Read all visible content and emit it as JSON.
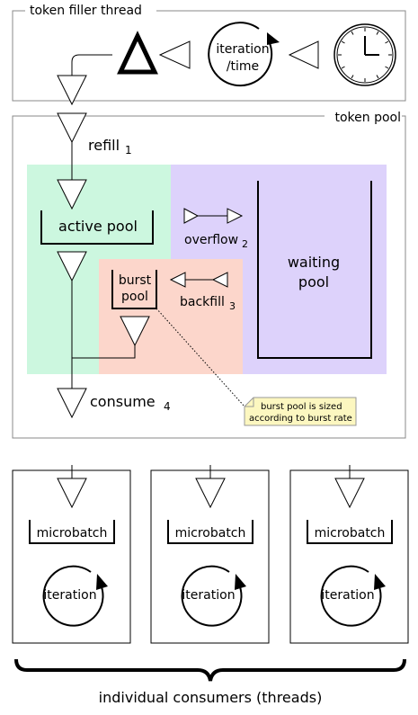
{
  "filler_thread": {
    "title": "token filler thread",
    "timer_label_1": "iteration",
    "timer_label_2": "/time"
  },
  "token_pool": {
    "title": "token pool",
    "refill": {
      "label": "refill",
      "index": "1"
    },
    "active_pool": "active pool",
    "overflow": {
      "label": "overflow",
      "index": "2"
    },
    "waiting_pool_1": "waiting",
    "waiting_pool_2": "pool",
    "burst_pool_1": "burst",
    "burst_pool_2": "pool",
    "backfill": {
      "label": "backfill",
      "index": "3"
    },
    "consume": {
      "label": "consume",
      "index": "4"
    },
    "note_line_1": "burst pool is sized",
    "note_line_2": "according to burst rate"
  },
  "consumers": {
    "items": [
      {
        "microbatch": "microbatch",
        "iteration": "iteration"
      },
      {
        "microbatch": "microbatch",
        "iteration": "iteration"
      },
      {
        "microbatch": "microbatch",
        "iteration": "iteration"
      }
    ],
    "caption": "individual consumers (threads)"
  },
  "colors": {
    "active": "#ccf7df",
    "waiting": "#ddd2fb",
    "burst": "#fcd6cb",
    "note": "#fcf7c0",
    "border": "#888888"
  }
}
